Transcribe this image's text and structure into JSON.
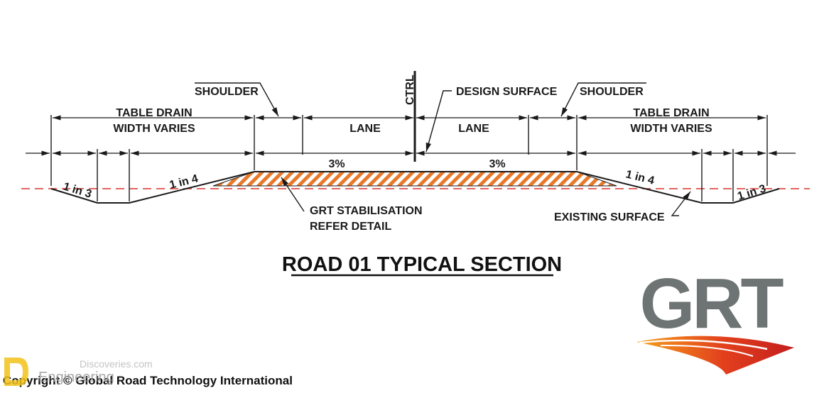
{
  "labels": {
    "shoulder_left": "SHOULDER",
    "shoulder_right": "SHOULDER",
    "ctrl": "CTRL",
    "design_surface": "DESIGN SURFACE",
    "table_drain_left_1": "TABLE DRAIN",
    "table_drain_left_2": "WIDTH VARIES",
    "table_drain_right_1": "TABLE DRAIN",
    "table_drain_right_2": "WIDTH VARIES",
    "lane_left": "LANE",
    "lane_right": "LANE",
    "grade_left": "3%",
    "grade_right": "3%",
    "slope_1in3_left": "1 in 3",
    "slope_1in4_left": "1 in 4",
    "slope_1in4_right": "1 in 4",
    "slope_1in3_right": "1 in 3",
    "grt_stabilisation_1": "GRT STABILISATION",
    "grt_stabilisation_2": "REFER DETAIL",
    "existing_surface": "EXISTING SURFACE"
  },
  "title": "ROAD 01 TYPICAL SECTION",
  "logo": {
    "text": "GRT",
    "text_color": "#6e7473",
    "swoosh_colors": [
      "#f7a21b",
      "#e2401d",
      "#c41e1e"
    ]
  },
  "footer": {
    "copyright": "Copyright © Global Road Technology International"
  },
  "watermark": {
    "top": "Discoveries.com",
    "bottom": "Engineering"
  },
  "colors": {
    "line": "#1a1a1a",
    "existing_surface": "#d9342b",
    "hatch": "#e8792a"
  }
}
